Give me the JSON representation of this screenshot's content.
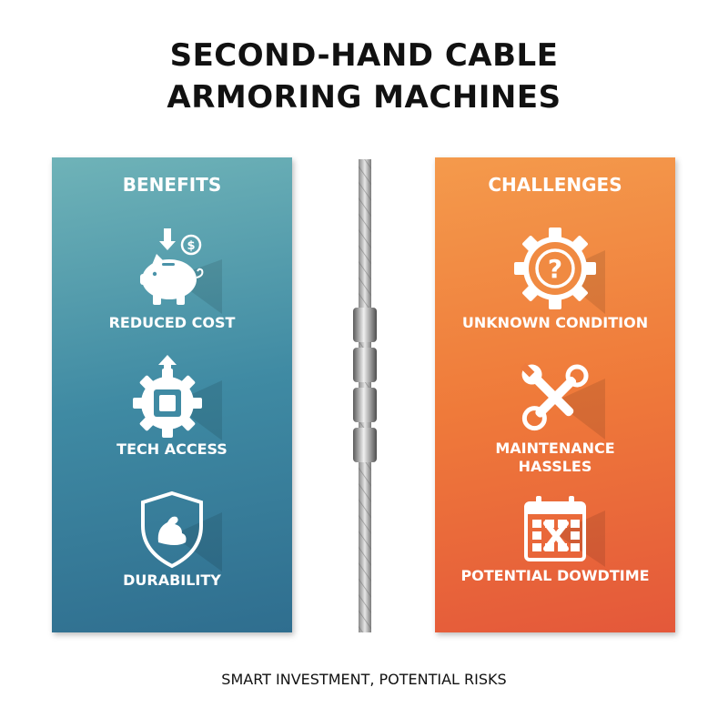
{
  "title": {
    "line1": "SECOND-HAND CABLE",
    "line2": "ARMORING MACHINES"
  },
  "benefits": {
    "heading": "BENEFITS",
    "items": [
      {
        "label": "REDUCED COST",
        "icon": "piggy-bank-icon"
      },
      {
        "label": "TECH ACCESS",
        "icon": "gear-chip-icon"
      },
      {
        "label": "DURABILITY",
        "icon": "shield-muscle-icon"
      }
    ]
  },
  "challenges": {
    "heading": "CHALLENGES",
    "items": [
      {
        "label": "UNKNOWN CONDITION",
        "icon": "gear-question-icon"
      },
      {
        "label": "MAINTENANCE",
        "label2": "HASSLES",
        "icon": "wrench-icon"
      },
      {
        "label": "POTENTIAL DOWDTIME",
        "icon": "calendar-icon"
      }
    ]
  },
  "footer": "SMART INVESTMENT, POTENTIAL RISKS",
  "colors": {
    "benefits_top": "#6fb3b8",
    "benefits_bottom": "#2f6e8f",
    "challenges_top": "#f49a4c",
    "challenges_bottom": "#e4583a"
  }
}
